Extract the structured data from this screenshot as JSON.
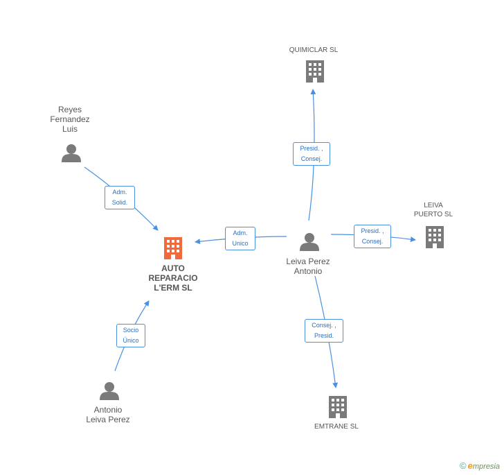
{
  "nodes": {
    "auto_reparacio": {
      "label": "AUTO\nREPARACIO\nL'ERM SL",
      "type": "company",
      "color": "#f06a3e"
    },
    "quimiclar": {
      "label": "QUIMICLAR SL",
      "type": "company",
      "color": "#7a7a7a"
    },
    "leiva_puerto": {
      "label": "LEIVA\nPUERTO SL",
      "type": "company",
      "color": "#7a7a7a"
    },
    "emtrane": {
      "label": "EMTRANE SL",
      "type": "company",
      "color": "#7a7a7a"
    },
    "reyes": {
      "label": "Reyes\nFernandez\nLuis",
      "type": "person",
      "color": "#7a7a7a"
    },
    "leiva_antonio": {
      "label": "Leiva Perez\nAntonio",
      "type": "person",
      "color": "#7a7a7a"
    },
    "antonio_leiva": {
      "label": "Antonio\nLeiva Perez",
      "type": "person",
      "color": "#7a7a7a"
    }
  },
  "edges": [
    {
      "from": "reyes",
      "to": "auto_reparacio",
      "label": "Adm.\nSolid."
    },
    {
      "from": "leiva_antonio",
      "to": "auto_reparacio",
      "label": "Adm.\nUnico"
    },
    {
      "from": "antonio_leiva",
      "to": "auto_reparacio",
      "label": "Socio\nÚnico"
    },
    {
      "from": "leiva_antonio",
      "to": "quimiclar",
      "label": "Presid. ,\nConsej."
    },
    {
      "from": "leiva_antonio",
      "to": "leiva_puerto",
      "label": "Presid. ,\nConsej."
    },
    {
      "from": "leiva_antonio",
      "to": "emtrane",
      "label": "Consej. ,\nPresid."
    }
  ],
  "colors": {
    "edge": "#4a90e2",
    "edge_label_text": "#2d6fc0"
  },
  "icons": {
    "company": "building-icon",
    "person": "person-icon"
  },
  "brand": {
    "copyright": "©",
    "e": "e",
    "rest": "mpresia"
  }
}
